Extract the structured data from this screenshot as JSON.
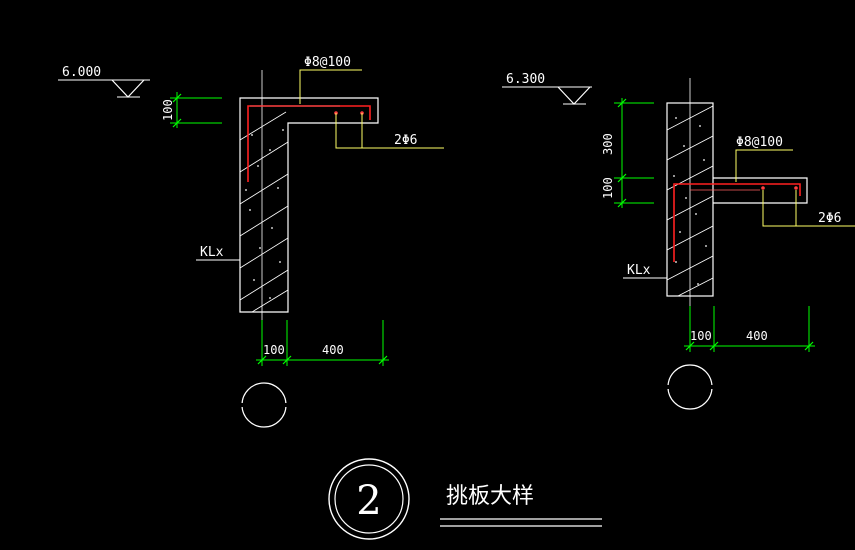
{
  "drawing": {
    "left_detail": {
      "elevation": "6.000",
      "rebar_label": "Φ8@100",
      "dim_vertical": "100",
      "secondary_rebar": "2Φ6",
      "beam_label": "KLx",
      "dim_bottom_left": "100",
      "dim_bottom_right": "400"
    },
    "right_detail": {
      "elevation": "6.300",
      "dim_vertical_top": "300",
      "dim_vertical_bottom": "100",
      "rebar_label": "Φ8@100",
      "secondary_rebar": "2Φ6",
      "beam_label": "KLx",
      "dim_bottom_left": "100",
      "dim_bottom_right": "400"
    },
    "title_block": {
      "number": "2",
      "title": "挑板大样"
    }
  },
  "colors": {
    "background": "#000000",
    "outline": "#ffffff",
    "rebar": "#ff2020",
    "leader": "#ffff66",
    "dimension": "#00ff00"
  }
}
